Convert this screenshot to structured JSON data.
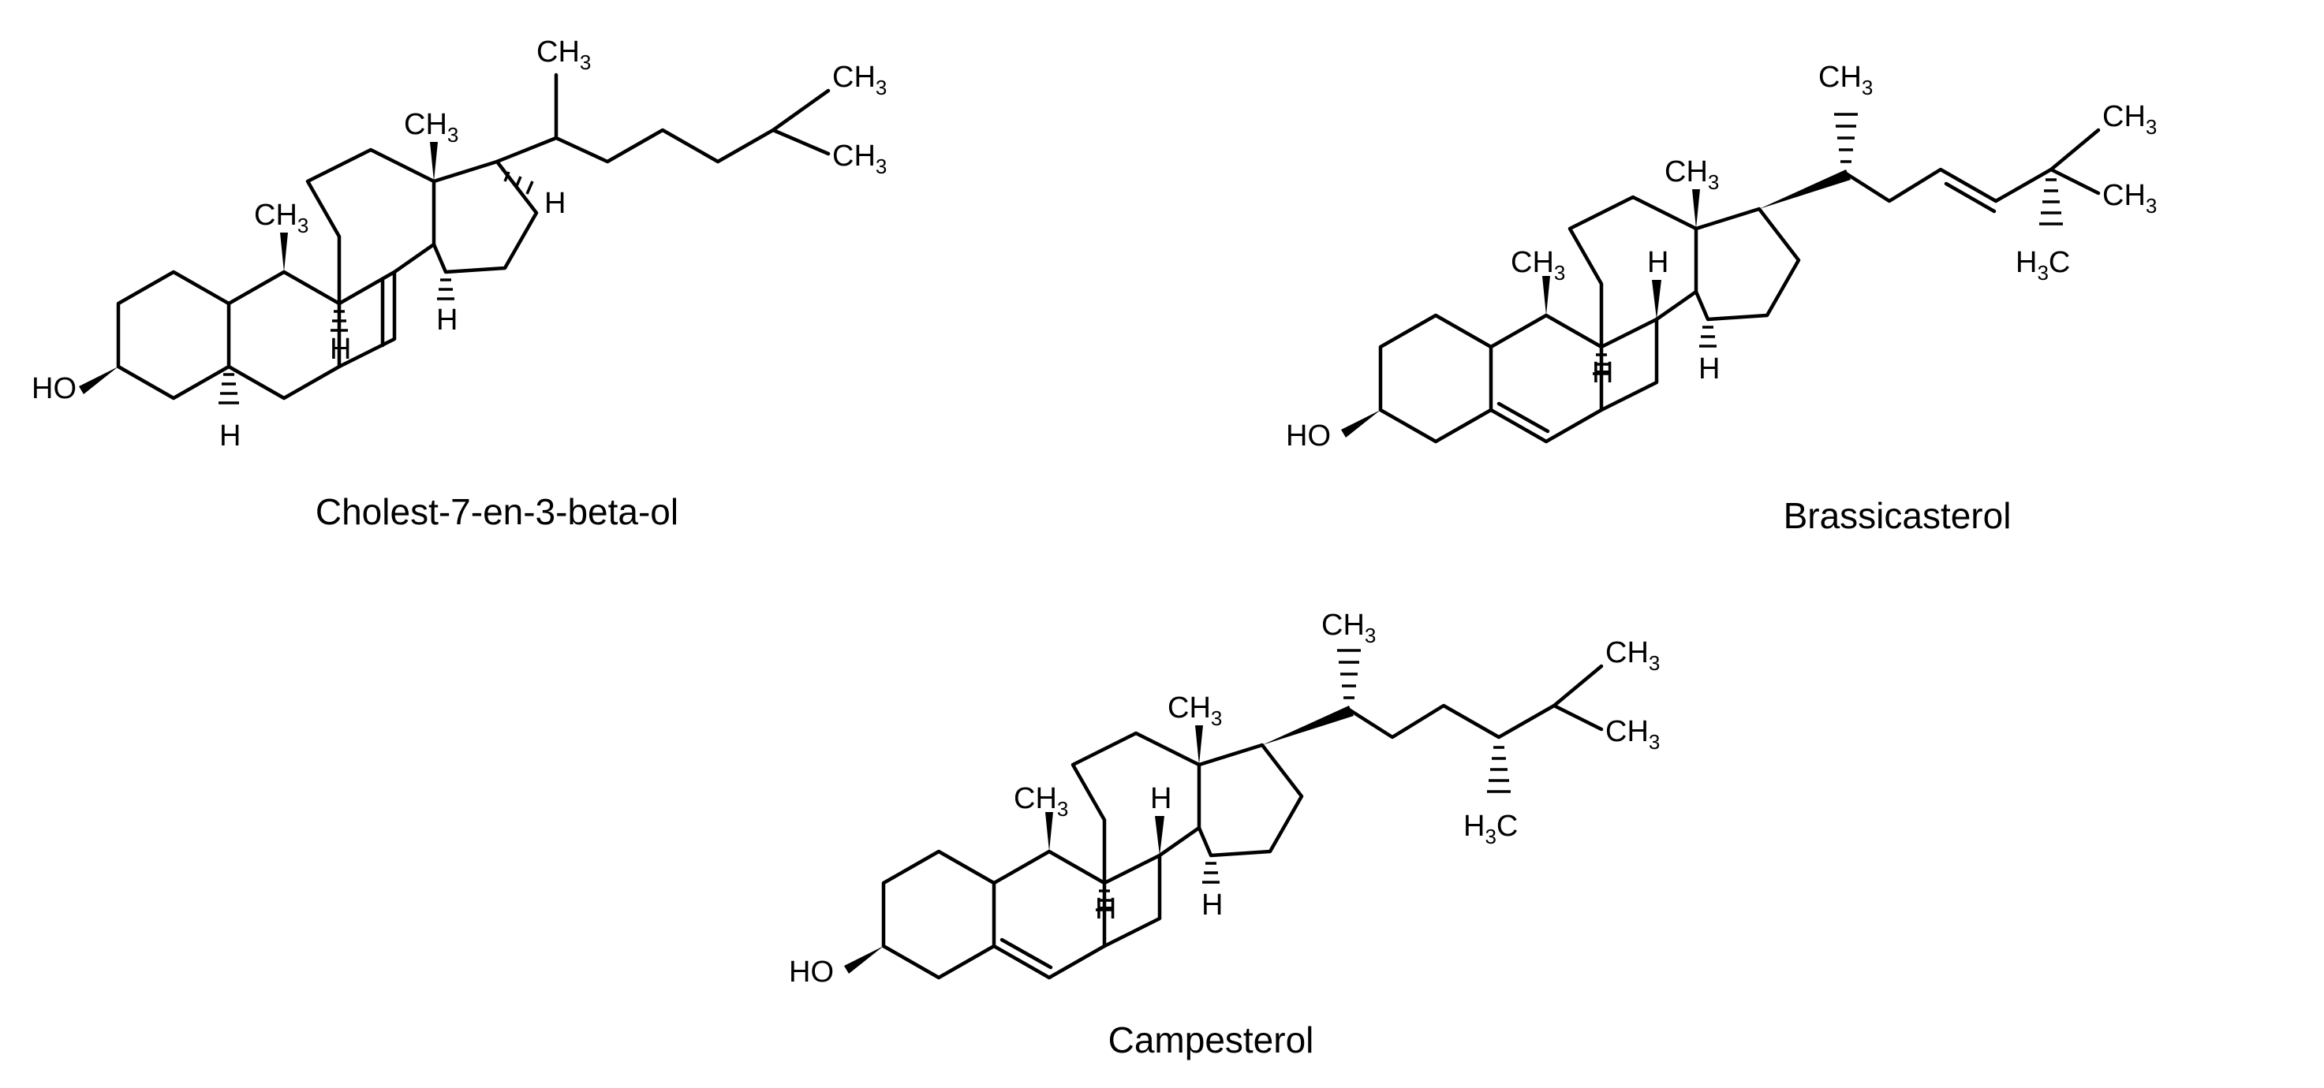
{
  "figure": {
    "molecules": [
      {
        "name": "Cholest-7-en-3-beta-ol",
        "groups": {
          "hydroxyl": "HO",
          "hydrogen": "H",
          "methyl_main": "CH",
          "methyl_sub": "3"
        }
      },
      {
        "name": "Brassicasterol",
        "groups": {
          "hydroxyl": "HO",
          "hydrogen": "H",
          "methyl_main": "CH",
          "methyl_sub": "3",
          "methyl_left_main": "H",
          "methyl_left_tail": "C"
        }
      },
      {
        "name": "Campesterol",
        "groups": {
          "hydroxyl": "HO",
          "hydrogen": "H",
          "methyl_main": "CH",
          "methyl_sub": "3",
          "methyl_left_main": "H",
          "methyl_left_tail": "C"
        }
      }
    ]
  }
}
